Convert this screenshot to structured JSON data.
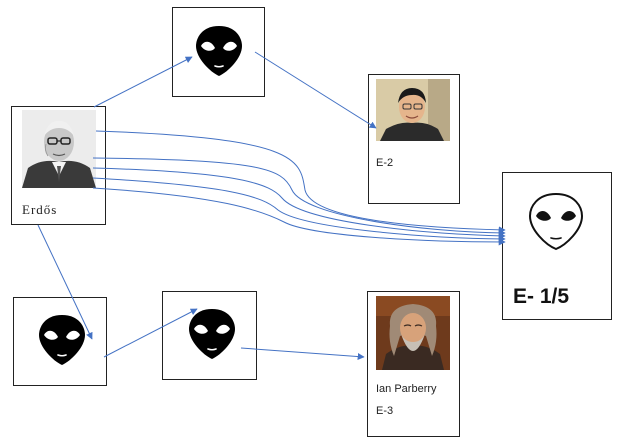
{
  "diagram": {
    "erdos": {
      "name": "Erdős"
    },
    "top_right_person": {
      "number": "E-2"
    },
    "bottom_right_person": {
      "name": "Ian Parberry",
      "number": "E-3"
    },
    "target": {
      "number": "E- 1/5"
    }
  },
  "colors": {
    "arrow": "#4472c4",
    "border": "#222222",
    "alien_fill": "#000000",
    "background": "#ffffff"
  },
  "icons": [
    "alien-icon",
    "alien-outline-icon",
    "arrow-head-icon"
  ]
}
